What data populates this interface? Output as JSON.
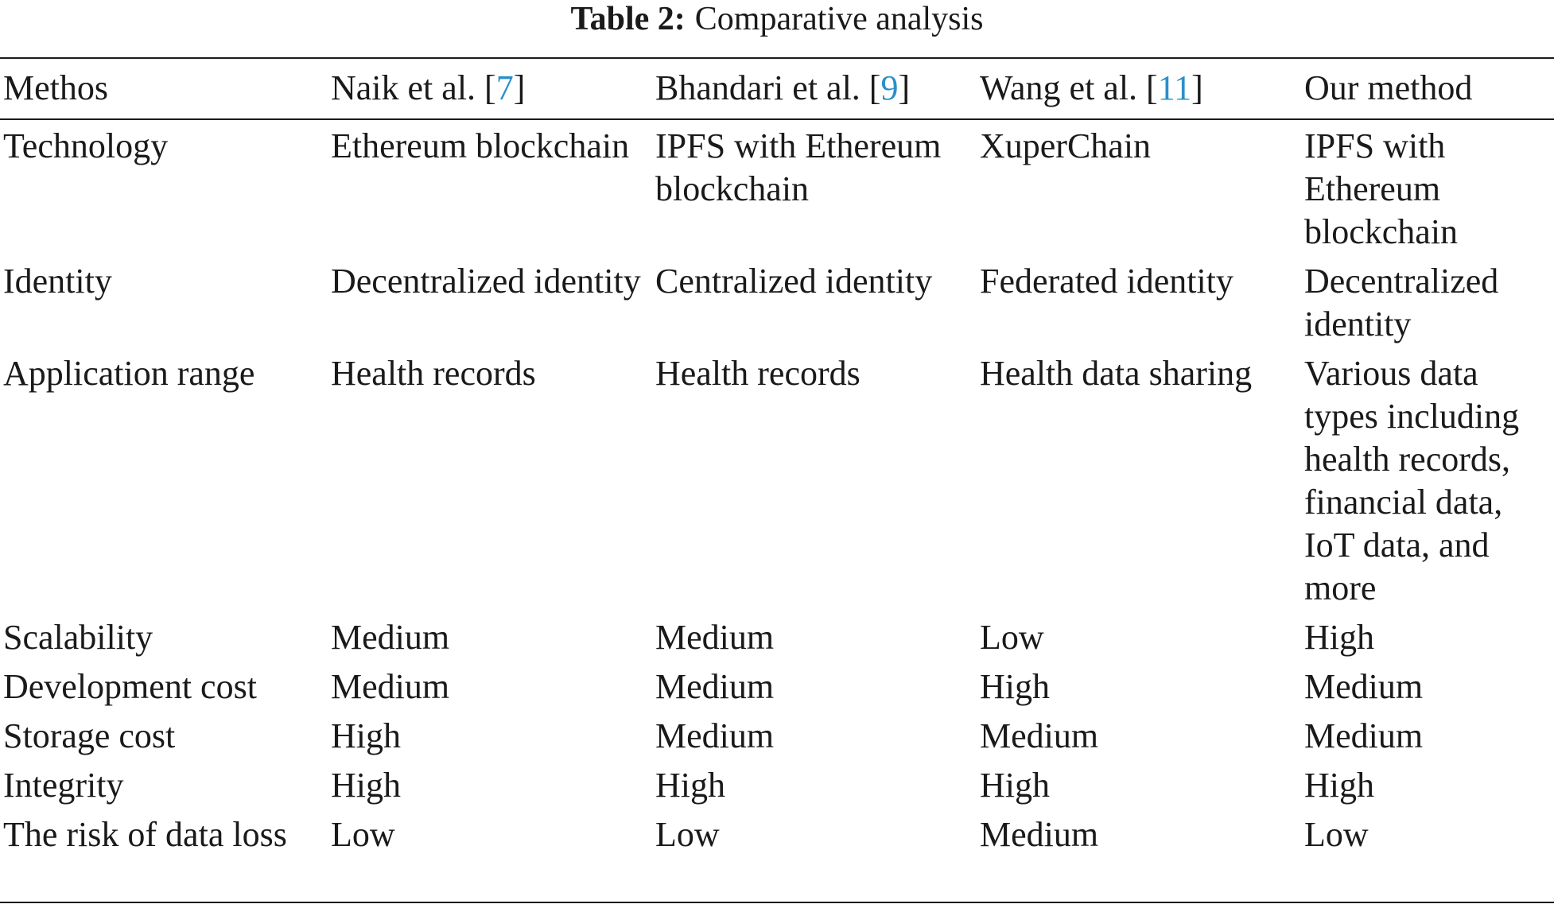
{
  "caption": {
    "label": "Table 2:",
    "text": "Comparative analysis"
  },
  "header": {
    "col0": "Methos",
    "col1": {
      "name": "Naik et al. [",
      "ref": "7",
      "close": "]"
    },
    "col2": {
      "name": "Bhandari et al. [",
      "ref": "9",
      "close": "]"
    },
    "col3": {
      "name": "Wang et al. [",
      "ref": "11",
      "close": "]"
    },
    "col4": "Our method"
  },
  "rows": [
    {
      "label": "Technology",
      "c1": "Ethereum blockchain",
      "c2": "IPFS with Ethereum blockchain",
      "c3": "XuperChain",
      "c4": "IPFS with Ethereum blockchain"
    },
    {
      "label": "Identity",
      "c1": "Decentralized identity",
      "c2": "Centralized identity",
      "c3": "Federated identity",
      "c4": "Decentralized identity"
    },
    {
      "label": "Application range",
      "c1": "Health records",
      "c2": "Health records",
      "c3": "Health data sharing",
      "c4": "Various data types including health records, financial data, IoT data, and more"
    },
    {
      "label": "Scalability",
      "c1": "Medium",
      "c2": "Medium",
      "c3": "Low",
      "c4": "High"
    },
    {
      "label": "Development cost",
      "c1": "Medium",
      "c2": "Medium",
      "c3": "High",
      "c4": "Medium"
    },
    {
      "label": "Storage cost",
      "c1": "High",
      "c2": "Medium",
      "c3": "Medium",
      "c4": "Medium"
    },
    {
      "label": "Integrity",
      "c1": "High",
      "c2": "High",
      "c3": "High",
      "c4": "High"
    },
    {
      "label": "The risk of data loss",
      "c1": "Low",
      "c2": "Low",
      "c3": "Medium",
      "c4": "Low"
    }
  ],
  "colors": {
    "reference_link": "#2a8fc8",
    "text": "#1a1a1a"
  }
}
